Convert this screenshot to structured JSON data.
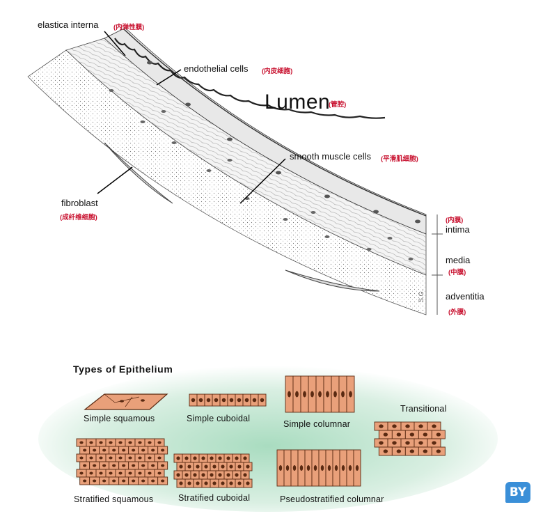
{
  "vessel": {
    "lumen": "Lumen",
    "lumen_zh": "(管腔)",
    "labels": {
      "elastica_interna": "elastica interna",
      "elastica_interna_zh": "(内弹性膜)",
      "endothelial": "endothelial cells",
      "endothelial_zh": "(内皮细胞)",
      "smooth_muscle": "smooth muscle cells",
      "smooth_muscle_zh": "(平滑肌细胞)",
      "fibroblast": "fibroblast",
      "fibroblast_zh": "(成纤维细胞)"
    },
    "layers": {
      "intima_zh": "(内膜)",
      "intima": "intima",
      "media": "media",
      "media_zh": "(中膜)",
      "adventitia": "adventitia",
      "adventitia_zh": "(外膜)"
    },
    "signature": "S.G."
  },
  "epithelium": {
    "title": "Types of Epithelium",
    "types": {
      "simple_squamous": "Simple squamous",
      "simple_cuboidal": "Simple cuboidal",
      "simple_columnar": "Simple columnar",
      "transitional": "Transitional",
      "stratified_squamous": "Stratified squamous",
      "stratified_cuboidal": "Stratified cuboidal",
      "pseudostratified_columnar": "Pseudostratified columnar"
    }
  },
  "logo": {
    "text": "BY"
  },
  "colors": {
    "label_zh": "#c8102e",
    "cell_fill": "#e9a07a",
    "cell_stroke": "#5a2a12",
    "background_glow": "#bfe3cc",
    "logo_bg": "#3a8fd8"
  }
}
